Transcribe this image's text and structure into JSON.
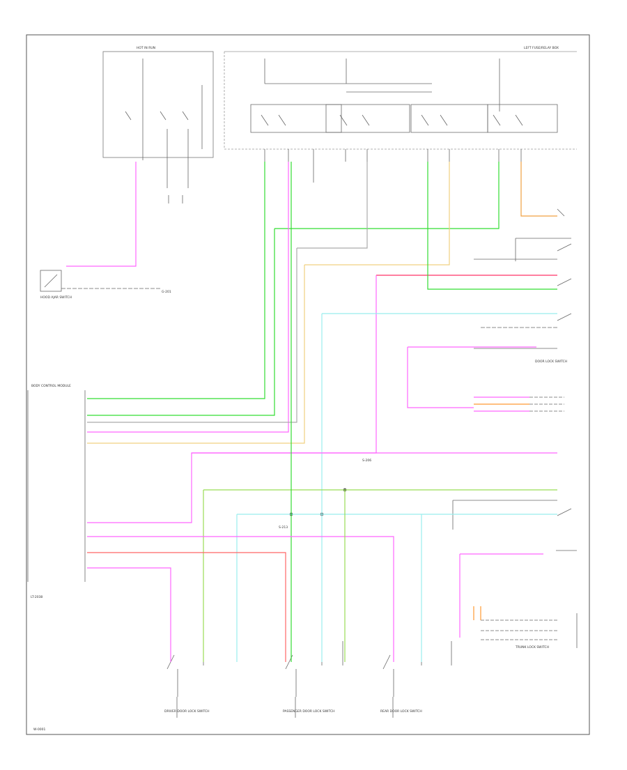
{
  "diagram": {
    "corner_label": "LT-2038",
    "footer_id": "W-0001",
    "labels": {
      "ecm_fuse": "HOT IN RUN",
      "fuse_box_right": "LEFT FUSE/RELAY BOX",
      "ground_left": "G-201",
      "door_lock_switch": "DOOR LOCK SWITCH",
      "hood_switch": "HOOD AJAR SWITCH",
      "bcm": "BODY CONTROL MODULE",
      "driver_door": "DRIVER DOOR LOCK SWITCH",
      "passenger_door": "PASSENGER DOOR LOCK SWITCH",
      "rear_door": "REAR DOOR LOCK SWITCH",
      "trunk_switch": "TRUNK LOCK SWITCH",
      "junction_a": "S-206",
      "junction_b": "S-213"
    }
  }
}
